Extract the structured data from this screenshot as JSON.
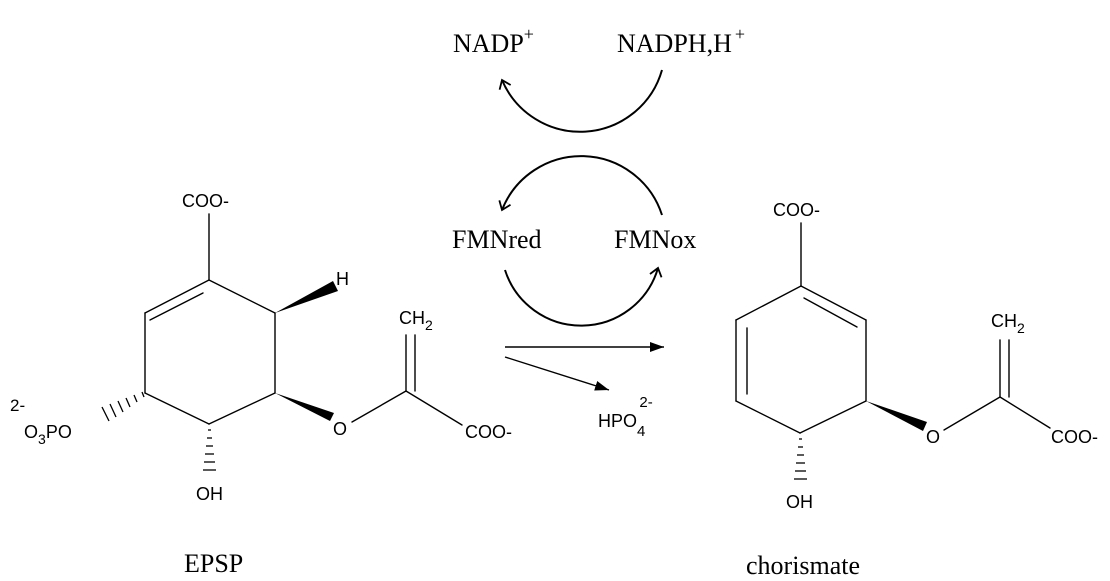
{
  "cofactors": {
    "nadp": "NADP",
    "nadp_charge": "+",
    "nadph": "NADPH,H",
    "nadph_charge": "+",
    "fmn_red": "FMNred",
    "fmn_ox": "FMNox"
  },
  "epsp": {
    "name": "EPSP",
    "carboxylate": "COO-",
    "hydrogen": "H",
    "methylene": "CH",
    "methylene_sub": "2",
    "phosphate_charge": "2-",
    "phosphate_o3": "O",
    "phosphate_sub": "3",
    "phosphate_po": "PO",
    "hydroxyl": "OH",
    "ether_o": "O",
    "side_carboxylate": "COO-"
  },
  "chorismate": {
    "name": "chorismate",
    "carboxylate": "COO-",
    "methylene": "CH",
    "methylene_sub": "2",
    "hydroxyl": "OH",
    "ether_o": "O",
    "side_carboxylate": "COO-"
  },
  "byproduct": {
    "hpo": "HPO",
    "sub": "4",
    "charge": "2-"
  }
}
